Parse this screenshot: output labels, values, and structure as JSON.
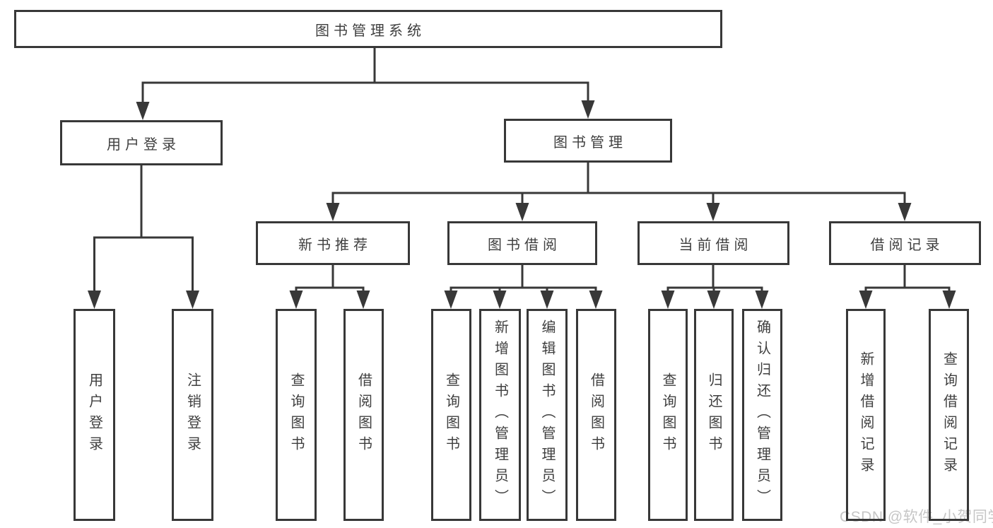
{
  "diagram": {
    "root": {
      "label": "图书管理系统"
    },
    "level2": [
      {
        "label": "用户登录",
        "children": [
          {
            "label": "用户登录"
          },
          {
            "label": "注销登录"
          }
        ]
      },
      {
        "label": "图书管理",
        "children": [
          {
            "label": "新书推荐",
            "children": [
              {
                "label": "查询图书"
              },
              {
                "label": "借阅图书"
              }
            ]
          },
          {
            "label": "图书借阅",
            "children": [
              {
                "label": "查询图书"
              },
              {
                "label": "新增图书（管理员）"
              },
              {
                "label": "编辑图书（管理员）"
              },
              {
                "label": "借阅图书"
              }
            ]
          },
          {
            "label": "当前借阅",
            "children": [
              {
                "label": "查询图书"
              },
              {
                "label": "归还图书"
              },
              {
                "label": "确认归还（管理员）"
              }
            ]
          },
          {
            "label": "借阅记录",
            "children": [
              {
                "label": "新增借阅记录"
              },
              {
                "label": "查询借阅记录"
              }
            ]
          }
        ]
      }
    ]
  },
  "watermark": {
    "text": "CSDN @软件_小贺同学"
  },
  "colors": {
    "line": "#383838",
    "text": "#3f3f3f",
    "watermark": "#c6c6c6",
    "background": "#ffffff"
  }
}
